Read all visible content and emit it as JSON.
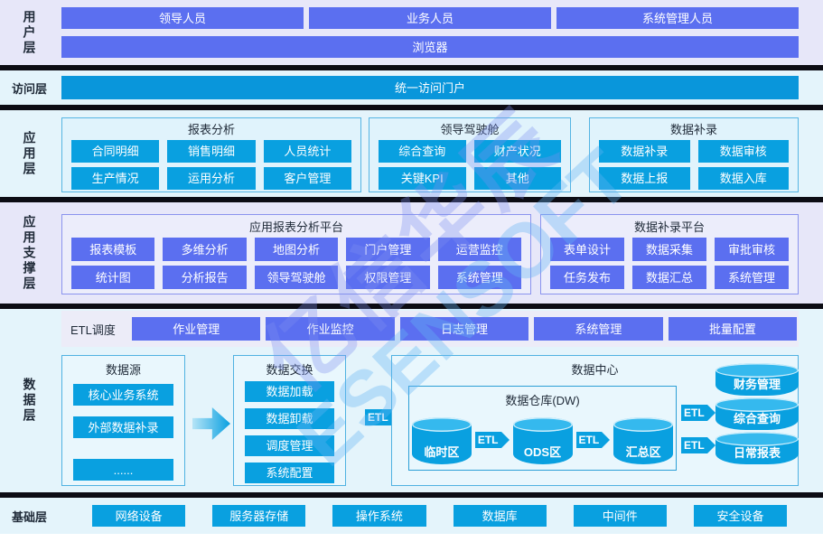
{
  "colors": {
    "indigo": "#5B6FF0",
    "azure": "#09A0E0",
    "portal_bar": "#0996DB",
    "separator": "#0C0C14",
    "lavender_bg": "#E7E7F9",
    "cyan_bg": "#E4F4FB"
  },
  "watermark": {
    "line1": "亿信华辰",
    "line2": "ESENSOFT"
  },
  "user_layer": {
    "label": "用户层",
    "roles": [
      "领导人员",
      "业务人员",
      "系统管理人员"
    ],
    "browser": "浏览器"
  },
  "access_layer": {
    "label": "访问层",
    "portal": "统一访问门户"
  },
  "app_layer": {
    "label": "应用层",
    "groups": [
      {
        "title": "报表分析",
        "items": [
          "合同明细",
          "销售明细",
          "人员统计",
          "生产情况",
          "运用分析",
          "客户管理"
        ]
      },
      {
        "title": "领导驾驶舱",
        "items": [
          "综合查询",
          "财产状况",
          "关键KPI",
          "其他"
        ]
      },
      {
        "title": "数据补录",
        "items": [
          "数据补录",
          "数据审核",
          "数据上报",
          "数据入库"
        ]
      }
    ]
  },
  "support_layer": {
    "label": "应用支撑层",
    "groups": [
      {
        "title": "应用报表分析平台",
        "items": [
          "报表模板",
          "多维分析",
          "地图分析",
          "门户管理",
          "运营监控",
          "统计图",
          "分析报告",
          "领导驾驶舱",
          "权限管理",
          "系统管理"
        ]
      },
      {
        "title": "数据补录平台",
        "items": [
          "表单设计",
          "数据采集",
          "审批审核",
          "任务发布",
          "数据汇总",
          "系统管理"
        ]
      }
    ]
  },
  "data_layer": {
    "label": "数据层",
    "etl_schedule": {
      "label": "ETL调度",
      "items": [
        "作业管理",
        "作业监控",
        "日志管理",
        "系统管理",
        "批量配置"
      ]
    },
    "source": {
      "title": "数据源",
      "items": [
        "核心业务系统",
        "外部数据补录",
        "......"
      ]
    },
    "exchange": {
      "title": "数据交换",
      "items": [
        "数据加载",
        "数据卸载",
        "调度管理",
        "系统配置"
      ]
    },
    "center": {
      "title": "数据中心",
      "etl_label": "ETL",
      "dw": {
        "title": "数据仓库(DW)",
        "cylinders": [
          "临时区",
          "ODS区",
          "汇总区"
        ]
      },
      "marts": [
        "财务管理",
        "综合查询",
        "日常报表"
      ]
    }
  },
  "base_layer": {
    "label": "基础层",
    "items": [
      "网络设备",
      "服务器存储",
      "操作系统",
      "数据库",
      "中间件",
      "安全设备"
    ]
  }
}
